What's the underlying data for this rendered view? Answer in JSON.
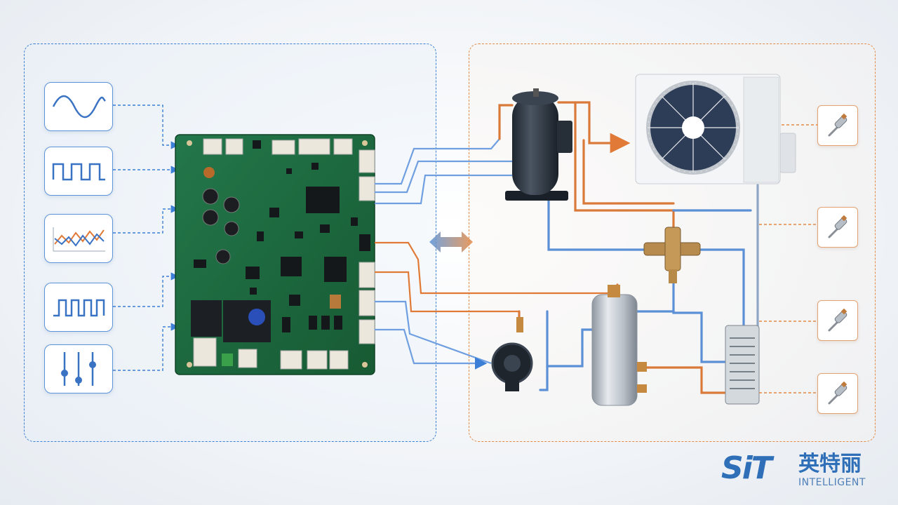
{
  "signals": [
    {
      "name": "sine-wave-icon"
    },
    {
      "name": "square-wave-icon"
    },
    {
      "name": "analog-multi-signal-icon"
    },
    {
      "name": "pulse-wave-icon"
    },
    {
      "name": "slider-adjust-icon"
    }
  ],
  "sensors": [
    {
      "name": "temperature-probe-icon"
    },
    {
      "name": "temperature-probe-icon"
    },
    {
      "name": "temperature-probe-icon"
    },
    {
      "name": "temperature-probe-icon"
    }
  ],
  "components": [
    "control-board",
    "compressor",
    "outdoor-fan-unit",
    "four-way-valve",
    "water-pump",
    "water-tank",
    "plate-heat-exchanger"
  ],
  "colors": {
    "left_accent": "#3b7fd6",
    "right_accent": "#e48a45",
    "pcb_green": "#1f6b3a",
    "copper_pipe": "#d97a3a",
    "cold_pipe": "#5b8fd6"
  },
  "logo": {
    "mark": "SiT",
    "name_cn": "英特丽",
    "name_en": "INTELLIGENT"
  }
}
